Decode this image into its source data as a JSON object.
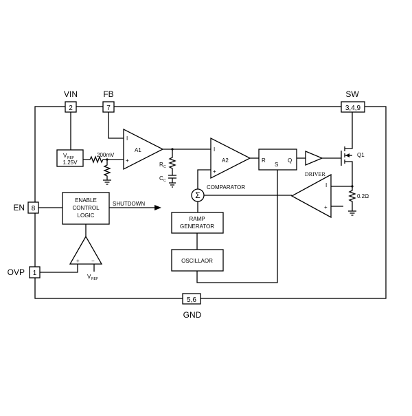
{
  "pins": {
    "vin": {
      "name": "VIN",
      "number": "2"
    },
    "fb": {
      "name": "FB",
      "number": "7"
    },
    "sw": {
      "name": "SW",
      "number": "3,4,9"
    },
    "en": {
      "name": "EN",
      "number": "8"
    },
    "ovp": {
      "name": "OVP",
      "number": "1"
    },
    "gnd": {
      "name": "GND",
      "number": "5,6"
    }
  },
  "vref": {
    "v": "V",
    "ref_sub": "REF",
    "value": "1.25V"
  },
  "offset_label": "200mV",
  "amp_a1": {
    "name": "A1",
    "minus": "I",
    "plus": "+"
  },
  "rc": {
    "r": "R",
    "sub": "C"
  },
  "cc": {
    "c": "C",
    "sub": "C"
  },
  "amp_a2": {
    "name": "A2",
    "minus": "I",
    "plus": "+"
  },
  "comparator_label": "COMPARATOR",
  "latch": {
    "r": "R",
    "s": "S",
    "q": "Q"
  },
  "driver_label": "DRIVER",
  "q1_label": "Q1",
  "sense_resistor": "0.2Ω",
  "current_amp": {
    "minus": "I",
    "plus": "+"
  },
  "summer_symbol": "Σ",
  "enable_logic": {
    "line1": "ENABLE",
    "line2": "CONTROL",
    "line3": "LOGIC"
  },
  "shutdown_label": "SHUTDOWN",
  "ramp": {
    "line1": "RAMP",
    "line2": "GENERATOR"
  },
  "oscillator_label": "OSCILLAOR",
  "ovp_comp": {
    "plus": "+",
    "minus": "−",
    "v": "V",
    "ref_sub": "REF"
  }
}
